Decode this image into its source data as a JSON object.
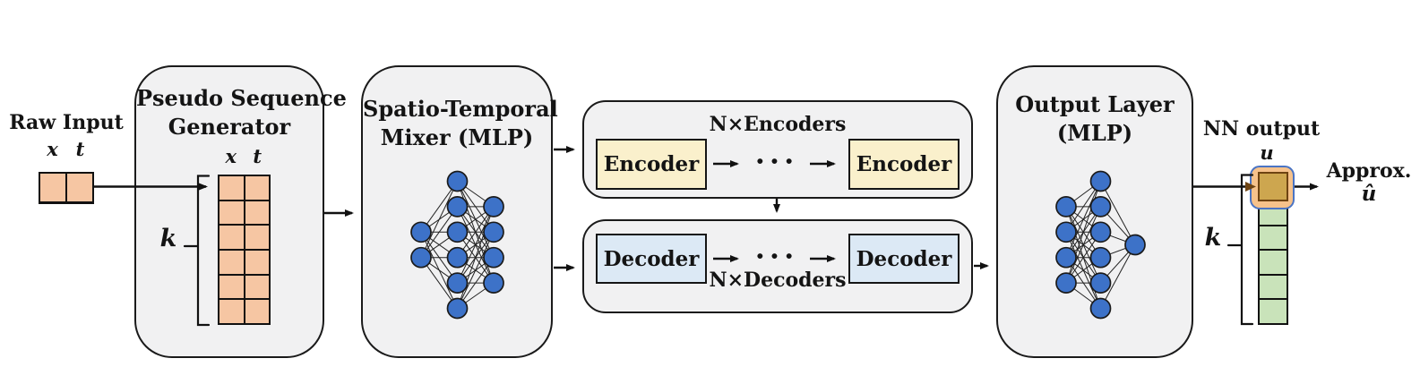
{
  "colors": {
    "container_fill": "#f1f1f2",
    "container_border": "#1a1a1a",
    "peach": "#f6c6a3",
    "yellow": "#faf0cc",
    "light_blue": "#dce9f5",
    "green": "#c9e3ba",
    "tan": "#cda64f",
    "tan_border": "#6e4312",
    "highlight_fill": "#f6c28b",
    "highlight_border": "#4a74c4",
    "node_blue": "#3d72c8",
    "line": "#111111"
  },
  "raw_input": {
    "label": "Raw Input",
    "x": "x",
    "t": "t"
  },
  "pseudo_generator": {
    "title_line1": "Pseudo Sequence",
    "title_line2": "Generator",
    "x": "x",
    "t": "t",
    "k": "k",
    "grid_rows": 6,
    "grid_cols": 2
  },
  "mixer": {
    "title_line1": "Spatio-Temporal",
    "title_line2": "Mixer (MLP)",
    "layers": [
      2,
      6,
      4
    ]
  },
  "encoders": {
    "title": "N×Encoders",
    "blocks": [
      "Encoder",
      "Encoder"
    ],
    "dots": "···"
  },
  "decoders": {
    "title": "N×Decoders",
    "blocks": [
      "Decoder",
      "Decoder"
    ],
    "dots": "···"
  },
  "output_layer": {
    "title_line1": "Output Layer",
    "title_line2": "(MLP)",
    "layers": [
      4,
      6,
      1
    ]
  },
  "nn_output": {
    "label": "NN output",
    "u": "u",
    "k": "k",
    "green_cells": 5
  },
  "approx": {
    "line1": "Approx.",
    "line2": "û"
  }
}
